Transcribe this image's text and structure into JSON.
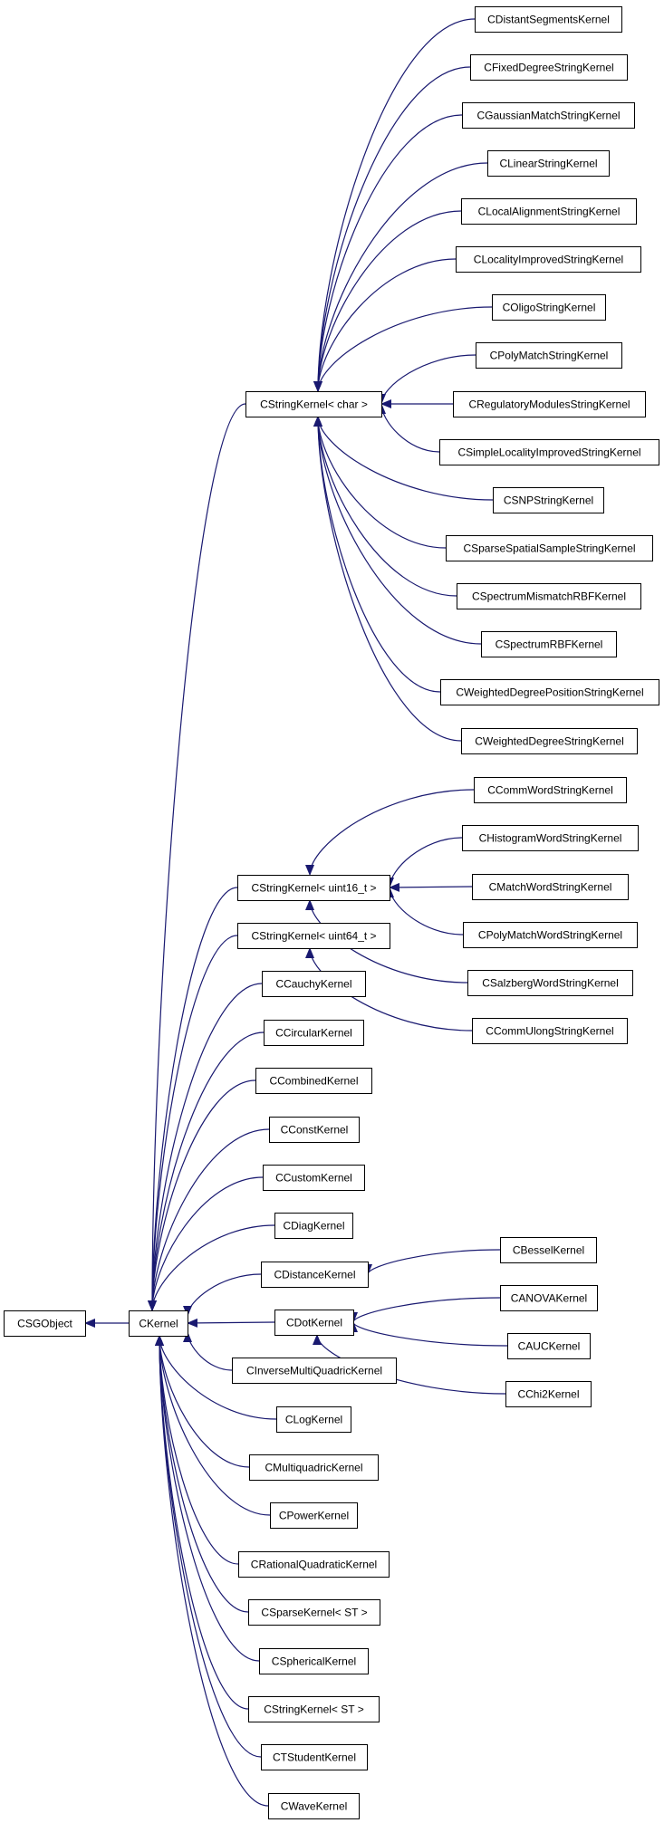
{
  "colors": {
    "edge": "#191970",
    "border": "#000000",
    "border_highlight": "#ff0000",
    "focus_fill": "#bfbfbf"
  },
  "nodes": [
    {
      "id": "csgobject",
      "label": "CSGObject"
    },
    {
      "id": "ckernel",
      "label": "CKernel",
      "style": "focus"
    },
    {
      "id": "cstringkernel-char",
      "label": "CStringKernel< char >"
    },
    {
      "id": "cstringkernel-uint16",
      "label": "CStringKernel< uint16_t >"
    },
    {
      "id": "cstringkernel-uint64",
      "label": "CStringKernel< uint64_t >"
    },
    {
      "id": "ccauchykernel",
      "label": "CCauchyKernel"
    },
    {
      "id": "ccircularkernel",
      "label": "CCircularKernel"
    },
    {
      "id": "ccombinedkernel",
      "label": "CCombinedKernel"
    },
    {
      "id": "cconstkernel",
      "label": "CConstKernel"
    },
    {
      "id": "ccustomkernel",
      "label": "CCustomKernel"
    },
    {
      "id": "cdiagkernel",
      "label": "CDiagKernel"
    },
    {
      "id": "cdistancekernel",
      "label": "CDistanceKernel"
    },
    {
      "id": "cdotkernel",
      "label": "CDotKernel",
      "style": "highlight"
    },
    {
      "id": "cinversemultiquadrickernel",
      "label": "CInverseMultiQuadricKernel"
    },
    {
      "id": "clogkernel",
      "label": "CLogKernel"
    },
    {
      "id": "cmultiquadrickernel",
      "label": "CMultiquadricKernel"
    },
    {
      "id": "cpowerkernel",
      "label": "CPowerKernel"
    },
    {
      "id": "crationalquadratickernel",
      "label": "CRationalQuadraticKernel"
    },
    {
      "id": "csparsekernel-st",
      "label": "CSparseKernel< ST >"
    },
    {
      "id": "csphericalkernel",
      "label": "CSphericalKernel"
    },
    {
      "id": "cstringkernel-st",
      "label": "CStringKernel< ST >"
    },
    {
      "id": "ctstudentkernel",
      "label": "CTStudentKernel"
    },
    {
      "id": "cwavekernel",
      "label": "CWaveKernel"
    },
    {
      "id": "cdistantsegmentskernel",
      "label": "CDistantSegmentsKernel"
    },
    {
      "id": "cfixeddegreestringkernel",
      "label": "CFixedDegreeStringKernel"
    },
    {
      "id": "cgaussianmatchstringkernel",
      "label": "CGaussianMatchStringKernel"
    },
    {
      "id": "clinearstringkernel",
      "label": "CLinearStringKernel"
    },
    {
      "id": "clocalalignmentstringkernel",
      "label": "CLocalAlignmentStringKernel"
    },
    {
      "id": "clocalityimprovedstringkernel",
      "label": "CLocalityImprovedStringKernel"
    },
    {
      "id": "coligostringkernel",
      "label": "COligoStringKernel"
    },
    {
      "id": "cpolymatchstringkernel",
      "label": "CPolyMatchStringKernel"
    },
    {
      "id": "cregulatorymodulesstringkernel",
      "label": "CRegulatoryModulesStringKernel"
    },
    {
      "id": "csimplelocalityimprovedstringkernel",
      "label": "CSimpleLocalityImprovedStringKernel"
    },
    {
      "id": "csnpstringkernel",
      "label": "CSNPStringKernel"
    },
    {
      "id": "csparsespatialsamplestringkernel",
      "label": "CSparseSpatialSampleStringKernel"
    },
    {
      "id": "cspectrummismatchrbfkernel",
      "label": "CSpectrumMismatchRBFKernel"
    },
    {
      "id": "cspectrumrbfkernel",
      "label": "CSpectrumRBFKernel"
    },
    {
      "id": "cweighteddegreepositionstringkernel",
      "label": "CWeightedDegreePositionStringKernel"
    },
    {
      "id": "cweighteddegreestringkernel",
      "label": "CWeightedDegreeStringKernel"
    },
    {
      "id": "ccommwordstringkernel",
      "label": "CCommWordStringKernel",
      "style": "highlight"
    },
    {
      "id": "chistogramwordstringkernel",
      "label": "CHistogramWordStringKernel"
    },
    {
      "id": "cmatchwordstringkernel",
      "label": "CMatchWordStringKernel"
    },
    {
      "id": "cpolymatchwordstringkernel",
      "label": "CPolyMatchWordStringKernel"
    },
    {
      "id": "csalzbergwordstringkernel",
      "label": "CSalzbergWordStringKernel"
    },
    {
      "id": "ccommulongstringkernel",
      "label": "CCommUlongStringKernel"
    },
    {
      "id": "cbesselkernel",
      "label": "CBesselKernel"
    },
    {
      "id": "canovakernel",
      "label": "CANOVAKernel"
    },
    {
      "id": "cauckernel",
      "label": "CAUCKernel"
    },
    {
      "id": "cchi2kernel",
      "label": "CChi2Kernel"
    }
  ],
  "edges": [
    {
      "from": "ckernel",
      "to": "csgobject"
    },
    {
      "from": "cstringkernel-char",
      "to": "ckernel"
    },
    {
      "from": "cstringkernel-uint16",
      "to": "ckernel"
    },
    {
      "from": "cstringkernel-uint64",
      "to": "ckernel"
    },
    {
      "from": "ccauchykernel",
      "to": "ckernel"
    },
    {
      "from": "ccircularkernel",
      "to": "ckernel"
    },
    {
      "from": "ccombinedkernel",
      "to": "ckernel"
    },
    {
      "from": "cconstkernel",
      "to": "ckernel"
    },
    {
      "from": "ccustomkernel",
      "to": "ckernel"
    },
    {
      "from": "cdiagkernel",
      "to": "ckernel"
    },
    {
      "from": "cdistancekernel",
      "to": "ckernel"
    },
    {
      "from": "cdotkernel",
      "to": "ckernel"
    },
    {
      "from": "cinversemultiquadrickernel",
      "to": "ckernel"
    },
    {
      "from": "clogkernel",
      "to": "ckernel"
    },
    {
      "from": "cmultiquadrickernel",
      "to": "ckernel"
    },
    {
      "from": "cpowerkernel",
      "to": "ckernel"
    },
    {
      "from": "crationalquadratickernel",
      "to": "ckernel"
    },
    {
      "from": "csparsekernel-st",
      "to": "ckernel"
    },
    {
      "from": "csphericalkernel",
      "to": "ckernel"
    },
    {
      "from": "cstringkernel-st",
      "to": "ckernel"
    },
    {
      "from": "ctstudentkernel",
      "to": "ckernel"
    },
    {
      "from": "cwavekernel",
      "to": "ckernel"
    },
    {
      "from": "cdistantsegmentskernel",
      "to": "cstringkernel-char"
    },
    {
      "from": "cfixeddegreestringkernel",
      "to": "cstringkernel-char"
    },
    {
      "from": "cgaussianmatchstringkernel",
      "to": "cstringkernel-char"
    },
    {
      "from": "clinearstringkernel",
      "to": "cstringkernel-char"
    },
    {
      "from": "clocalalignmentstringkernel",
      "to": "cstringkernel-char"
    },
    {
      "from": "clocalityimprovedstringkernel",
      "to": "cstringkernel-char"
    },
    {
      "from": "coligostringkernel",
      "to": "cstringkernel-char"
    },
    {
      "from": "cpolymatchstringkernel",
      "to": "cstringkernel-char"
    },
    {
      "from": "cregulatorymodulesstringkernel",
      "to": "cstringkernel-char"
    },
    {
      "from": "csimplelocalityimprovedstringkernel",
      "to": "cstringkernel-char"
    },
    {
      "from": "csnpstringkernel",
      "to": "cstringkernel-char"
    },
    {
      "from": "csparsespatialsamplestringkernel",
      "to": "cstringkernel-char"
    },
    {
      "from": "cspectrummismatchrbfkernel",
      "to": "cstringkernel-char"
    },
    {
      "from": "cspectrumrbfkernel",
      "to": "cstringkernel-char"
    },
    {
      "from": "cweighteddegreepositionstringkernel",
      "to": "cstringkernel-char"
    },
    {
      "from": "cweighteddegreestringkernel",
      "to": "cstringkernel-char"
    },
    {
      "from": "ccommwordstringkernel",
      "to": "cstringkernel-uint16"
    },
    {
      "from": "chistogramwordstringkernel",
      "to": "cstringkernel-uint16"
    },
    {
      "from": "cmatchwordstringkernel",
      "to": "cstringkernel-uint16"
    },
    {
      "from": "cpolymatchwordstringkernel",
      "to": "cstringkernel-uint16"
    },
    {
      "from": "csalzbergwordstringkernel",
      "to": "cstringkernel-uint16"
    },
    {
      "from": "ccommulongstringkernel",
      "to": "cstringkernel-uint64"
    },
    {
      "from": "cbesselkernel",
      "to": "cdistancekernel"
    },
    {
      "from": "canovakernel",
      "to": "cdotkernel"
    },
    {
      "from": "cauckernel",
      "to": "cdotkernel"
    },
    {
      "from": "cchi2kernel",
      "to": "cdotkernel"
    }
  ]
}
